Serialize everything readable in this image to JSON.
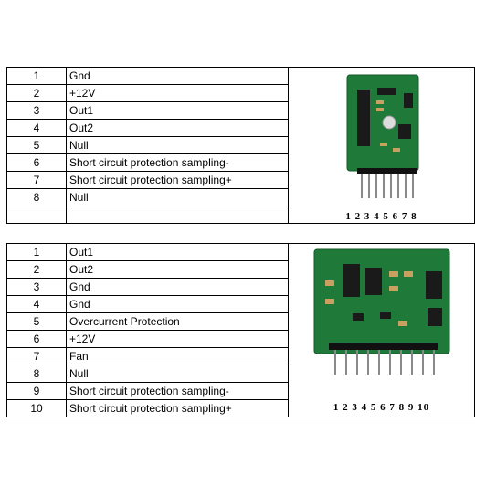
{
  "table1": {
    "rows": [
      {
        "num": "1",
        "desc": "Gnd"
      },
      {
        "num": "2",
        "desc": "+12V"
      },
      {
        "num": "3",
        "desc": "Out1"
      },
      {
        "num": "4",
        "desc": "Out2"
      },
      {
        "num": "5",
        "desc": "Null"
      },
      {
        "num": "6",
        "desc": "Short circuit protection sampling-"
      },
      {
        "num": "7",
        "desc": "Short circuit protection sampling+"
      },
      {
        "num": "8",
        "desc": "Null"
      },
      {
        "num": "",
        "desc": ""
      }
    ],
    "pin_labels": "1 2 3 4 5 6 7 8"
  },
  "table2": {
    "rows": [
      {
        "num": "1",
        "desc": "Out1"
      },
      {
        "num": "2",
        "desc": "Out2"
      },
      {
        "num": "3",
        "desc": "Gnd"
      },
      {
        "num": "4",
        "desc": "Gnd"
      },
      {
        "num": "5",
        "desc": "Overcurrent Protection"
      },
      {
        "num": "6",
        "desc": "+12V"
      },
      {
        "num": "7",
        "desc": "Fan"
      },
      {
        "num": "8",
        "desc": "Null"
      },
      {
        "num": "9",
        "desc": "Short circuit protection sampling-"
      },
      {
        "num": "10",
        "desc": "Short circuit protection sampling+"
      }
    ],
    "pin_labels": "1 2 3 4 5 6 7 8 9 10"
  },
  "colors": {
    "pcb": "#1f7a3a",
    "pcb_dark": "#145a2a",
    "chip": "#1a1a1a",
    "pin": "#8a8a8a"
  }
}
